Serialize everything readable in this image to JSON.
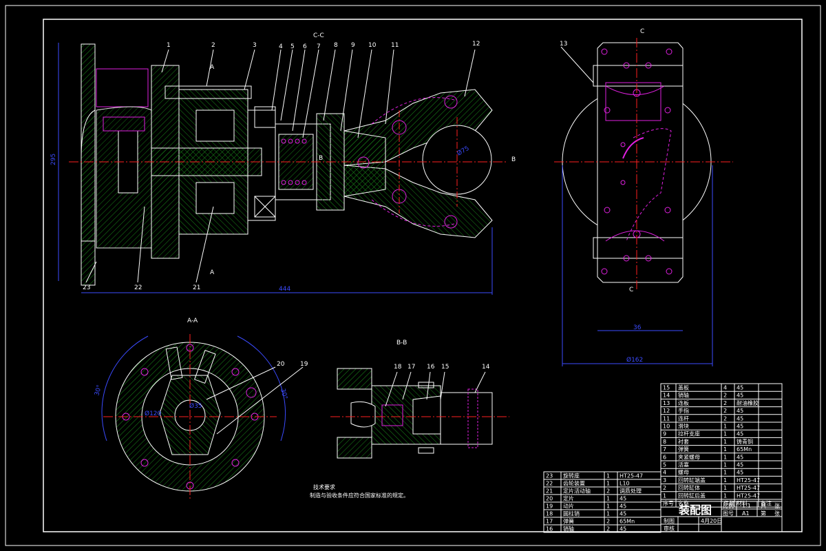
{
  "views": {
    "main": "C-C",
    "section_a": "A-A",
    "section_b": "B-B",
    "section_c": "C"
  },
  "section_marks": {
    "a": "A",
    "b": "B",
    "c": "C"
  },
  "dimensions": {
    "overall_length": "444",
    "height": "295",
    "jaw_diameter": "Ø75",
    "width_36": "36",
    "width_162": "Ø162",
    "ring_dia": "Ø120",
    "hole_dia": "Ø35",
    "angle_left": "30°",
    "angle_right": "30°"
  },
  "part_callouts": [
    "1",
    "2",
    "3",
    "4",
    "5",
    "6",
    "7",
    "8",
    "9",
    "10",
    "11",
    "12",
    "13",
    "14",
    "15",
    "16",
    "17",
    "18",
    "19",
    "20",
    "21",
    "22",
    "23"
  ],
  "tech_requirements": {
    "title": "技术要求",
    "text": "制造与验收条件应符合国家标准的规定。"
  },
  "bom_right": [
    {
      "no": "15",
      "name": "盖板",
      "qty": "4",
      "mat": "45"
    },
    {
      "no": "14",
      "name": "销轴",
      "qty": "2",
      "mat": "45"
    },
    {
      "no": "13",
      "name": "连板",
      "qty": "2",
      "mat": "耐油橡胶"
    },
    {
      "no": "12",
      "name": "手指",
      "qty": "2",
      "mat": "45"
    },
    {
      "no": "11",
      "name": "连杆",
      "qty": "2",
      "mat": "45"
    },
    {
      "no": "10",
      "name": "滑块",
      "qty": "1",
      "mat": "45"
    },
    {
      "no": "9",
      "name": "拉杆支座",
      "qty": "1",
      "mat": "45"
    },
    {
      "no": "8",
      "name": "衬套",
      "qty": "1",
      "mat": "铸青铜"
    },
    {
      "no": "7",
      "name": "弹簧",
      "qty": "1",
      "mat": "65Mn"
    },
    {
      "no": "6",
      "name": "夹紧螺母",
      "qty": "1",
      "mat": "45"
    },
    {
      "no": "5",
      "name": "活塞",
      "qty": "1",
      "mat": "45"
    },
    {
      "no": "4",
      "name": "螺母",
      "qty": "1",
      "mat": "45"
    },
    {
      "no": "3",
      "name": "回转缸端盖",
      "qty": "1",
      "mat": "HT25-47"
    },
    {
      "no": "2",
      "name": "回转缸体",
      "qty": "1",
      "mat": "HT25-47"
    },
    {
      "no": "1",
      "name": "回转缸后盖",
      "qty": "1",
      "mat": "HT25-47"
    }
  ],
  "bom_right_header": {
    "no": "序号",
    "name": "名称",
    "qty": "件数",
    "mat": "材料",
    "note": "备注"
  },
  "bom_left": [
    {
      "no": "23",
      "name": "旋转座",
      "qty": "1",
      "mat": "HT25-47"
    },
    {
      "no": "22",
      "name": "齿轮装置",
      "qty": "1",
      "mat": "L10"
    },
    {
      "no": "21",
      "name": "定片活动轴",
      "qty": "2",
      "mat": "调质处理"
    },
    {
      "no": "20",
      "name": "定片",
      "qty": "1",
      "mat": "45"
    },
    {
      "no": "19",
      "name": "动片",
      "qty": "1",
      "mat": "45"
    },
    {
      "no": "18",
      "name": "圆柱销",
      "qty": "1",
      "mat": "45"
    },
    {
      "no": "17",
      "name": "弹簧",
      "qty": "2",
      "mat": "65Mn"
    },
    {
      "no": "16",
      "name": "销轴",
      "qty": "2",
      "mat": "45"
    }
  ],
  "title_block": {
    "title": "装配图",
    "scale_label": "比例",
    "scale": "1:1",
    "sheets_label": "共",
    "sheets_unit": "张",
    "size_label": "图号",
    "size": "A1",
    "sheet_label": "第",
    "drawn_label": "制图",
    "check_label": "审核",
    "date": "4月20日"
  },
  "colors": {
    "outline": "#ffffff",
    "hatch": "#1a8c1a",
    "centerline": "#ff2020",
    "hidden": "#e020e0",
    "dimension": "#3b4bff",
    "leader": "#ffffff"
  }
}
